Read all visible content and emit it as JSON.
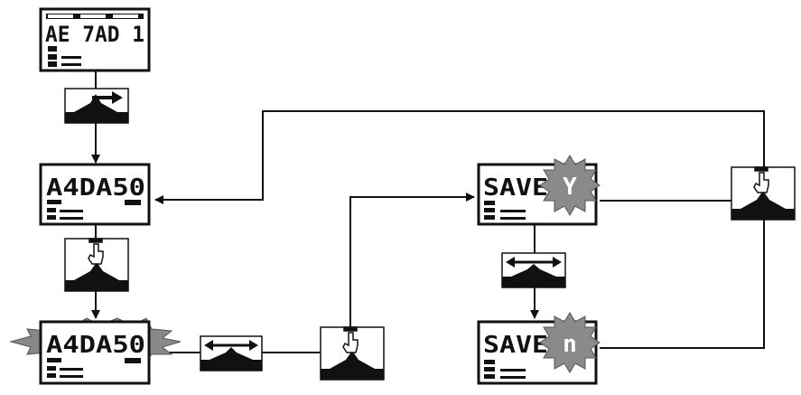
{
  "colors": {
    "ink": "#111111",
    "paper": "#ffffff"
  },
  "screens": {
    "home": {
      "line1": "AE 7AD 1"
    },
    "baud": {
      "line1": "A4DA50"
    },
    "baud_flashing": {
      "line1": "A4DA50"
    },
    "save_yes": {
      "line1": "SAVE",
      "option": "Y"
    },
    "save_no": {
      "line1": "SAVE",
      "option": "n"
    }
  },
  "keys": {
    "right_key": {
      "icon": "arrow-right-icon"
    },
    "select_key_1": {
      "icon": "pointing-hand-icon"
    },
    "lr_key_1": {
      "icon": "double-arrow-icon"
    },
    "select_key_2": {
      "icon": "pointing-hand-icon"
    },
    "lr_key_2": {
      "icon": "double-arrow-icon"
    },
    "select_key_3": {
      "icon": "pointing-hand-icon"
    }
  }
}
